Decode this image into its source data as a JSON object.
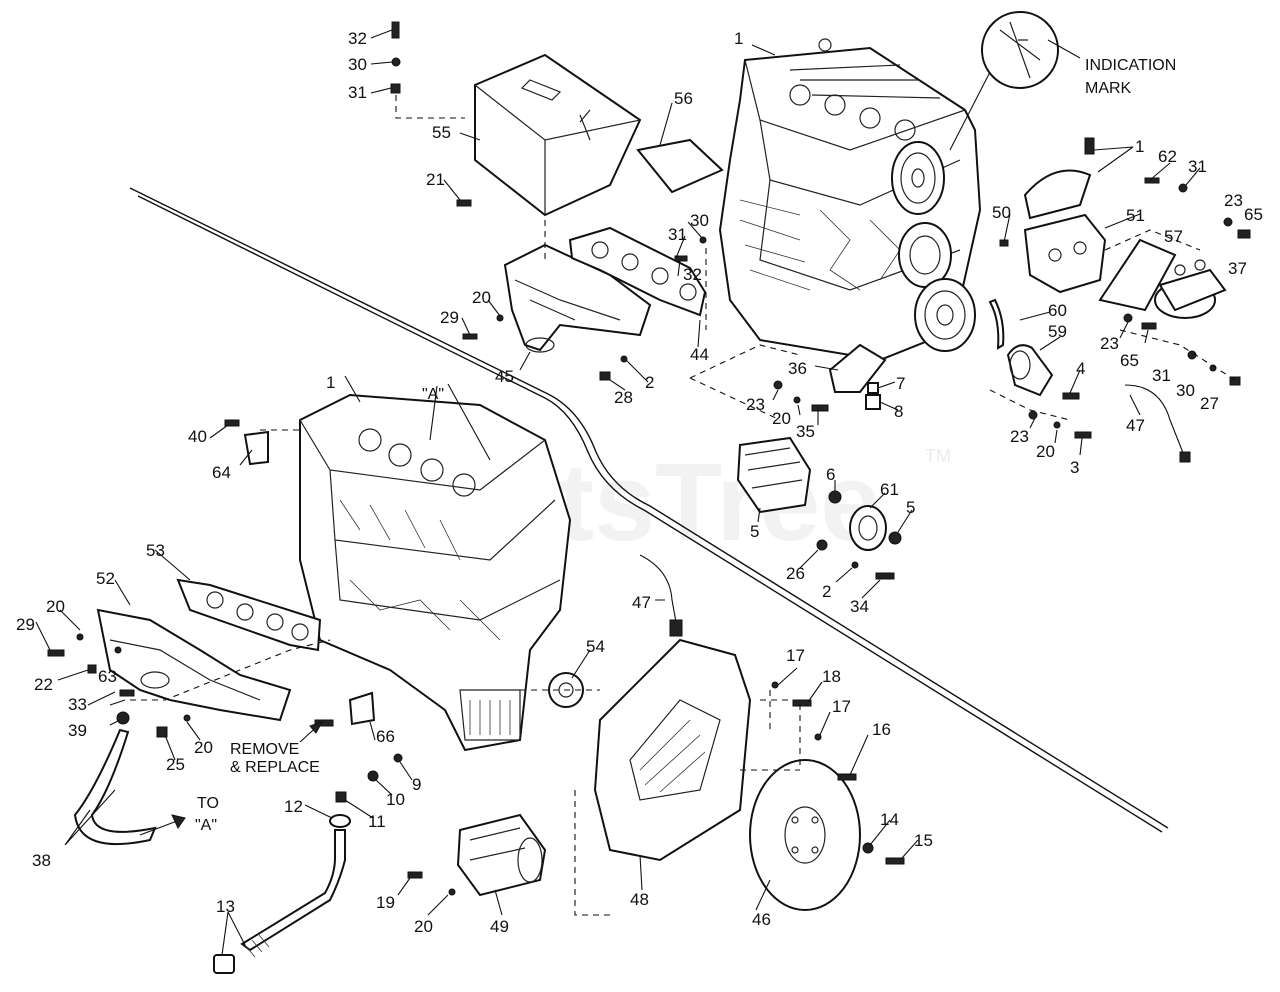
{
  "watermark": {
    "text": "PartsTree",
    "trademark": "TM"
  },
  "notes": {
    "indication_mark": [
      "INDICATION",
      "MARK"
    ],
    "view_a_label": "\"A\"",
    "remove_replace": [
      "REMOVE",
      "& REPLACE"
    ],
    "to_a": [
      "TO",
      "\"A\""
    ]
  },
  "callouts": {
    "c32a": "32",
    "c30a": "30",
    "c31a": "31",
    "c55": "55",
    "c56": "56",
    "c21": "21",
    "c30b": "30",
    "c31b": "31",
    "c32b": "32",
    "c20a": "20",
    "c29a": "29",
    "c45": "45",
    "c44": "44",
    "c2a": "2",
    "c28": "28",
    "c1a": "1",
    "c1b": "1",
    "c62": "62",
    "c31c": "31",
    "c50": "50",
    "c51": "51",
    "c23a": "23",
    "c65a": "65",
    "c57": "57",
    "c37": "37",
    "c60": "60",
    "c59": "59",
    "c23b": "23",
    "c65b": "65",
    "c31d": "31",
    "c30c": "30",
    "c27": "27",
    "c4": "4",
    "c36": "36",
    "c7": "7",
    "c8": "8",
    "c23c": "23",
    "c20b": "20",
    "c35": "35",
    "c23d": "23",
    "c20c": "20",
    "c3": "3",
    "c47a": "47",
    "c1c": "1",
    "c40": "40",
    "c64": "64",
    "c6": "6",
    "c61": "61",
    "c5a": "5",
    "c5b": "5",
    "c26": "26",
    "c2b": "2",
    "c34": "34",
    "c53": "53",
    "c52": "52",
    "c29b": "29",
    "c20d": "20",
    "c22": "22",
    "c63": "63",
    "c33": "33",
    "c39": "39",
    "c25": "25",
    "c20e": "20",
    "c47b": "47",
    "c54": "54",
    "c66": "66",
    "c9": "9",
    "c10": "10",
    "c11": "11",
    "c12": "12",
    "c38": "38",
    "c13": "13",
    "c19": "19",
    "c20f": "20",
    "c49": "49",
    "c48": "48",
    "c17a": "17",
    "c18": "18",
    "c17b": "17",
    "c16": "16",
    "c14": "14",
    "c15": "15",
    "c46": "46"
  }
}
